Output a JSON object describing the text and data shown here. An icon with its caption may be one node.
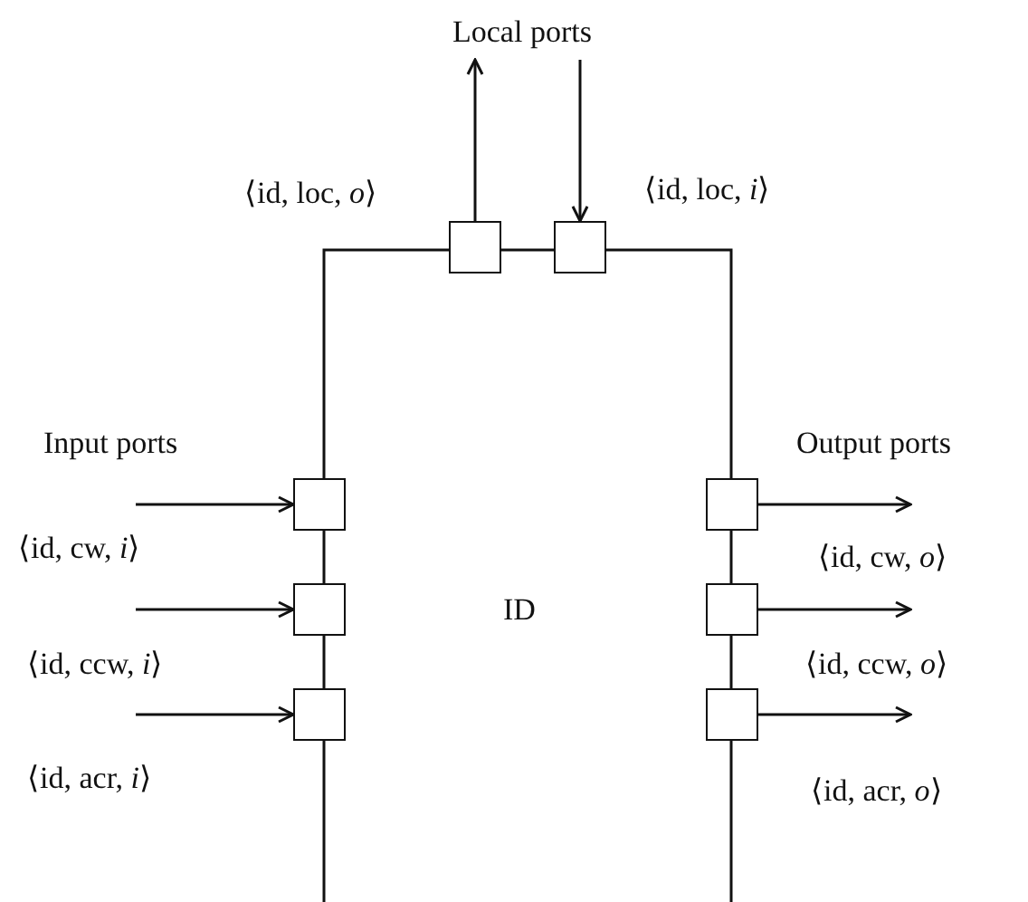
{
  "diagram": {
    "nodes": [
      {
        "text": [
          "Local ports"
        ]
      },
      {
        "text": [
          "ID"
        ]
      },
      {
        "text": [],
        "shape": "box"
      },
      {
        "text": [],
        "shape": "box"
      },
      {
        "text": [],
        "shape": "box"
      },
      {
        "text": [],
        "shape": "box"
      },
      {
        "text": [],
        "shape": "box"
      },
      {
        "text": [],
        "shape": "box"
      },
      {
        "text": [],
        "shape": "box"
      },
      {
        "text": [],
        "shape": "box"
      }
    ],
    "edges": [
      {
        "from": 2,
        "to": 0,
        "arrow": "to"
      },
      {
        "from": 0,
        "to": 3,
        "arrow": "to"
      },
      {
        "from": null,
        "to": 4,
        "arrow": "to"
      },
      {
        "from": null,
        "to": 5,
        "arrow": "to"
      },
      {
        "from": null,
        "to": 6,
        "arrow": "to"
      },
      {
        "from": 7,
        "to": null,
        "arrow": "to"
      },
      {
        "from": 8,
        "to": null,
        "arrow": "to"
      },
      {
        "from": 9,
        "to": null,
        "arrow": "to"
      }
    ],
    "labels": [
      "⟨id, loc, *o*⟩",
      "⟨id, loc, *i*⟩",
      "Input ports",
      "Output ports",
      "⟨id, cw, *i*⟩",
      "⟨id, cw, *o*⟩",
      "⟨id, ccw, *i*⟩",
      "⟨id, ccw, *o*⟩",
      "⟨id, acr, *i*⟩",
      "⟨id, acr, *o*⟩"
    ]
  }
}
